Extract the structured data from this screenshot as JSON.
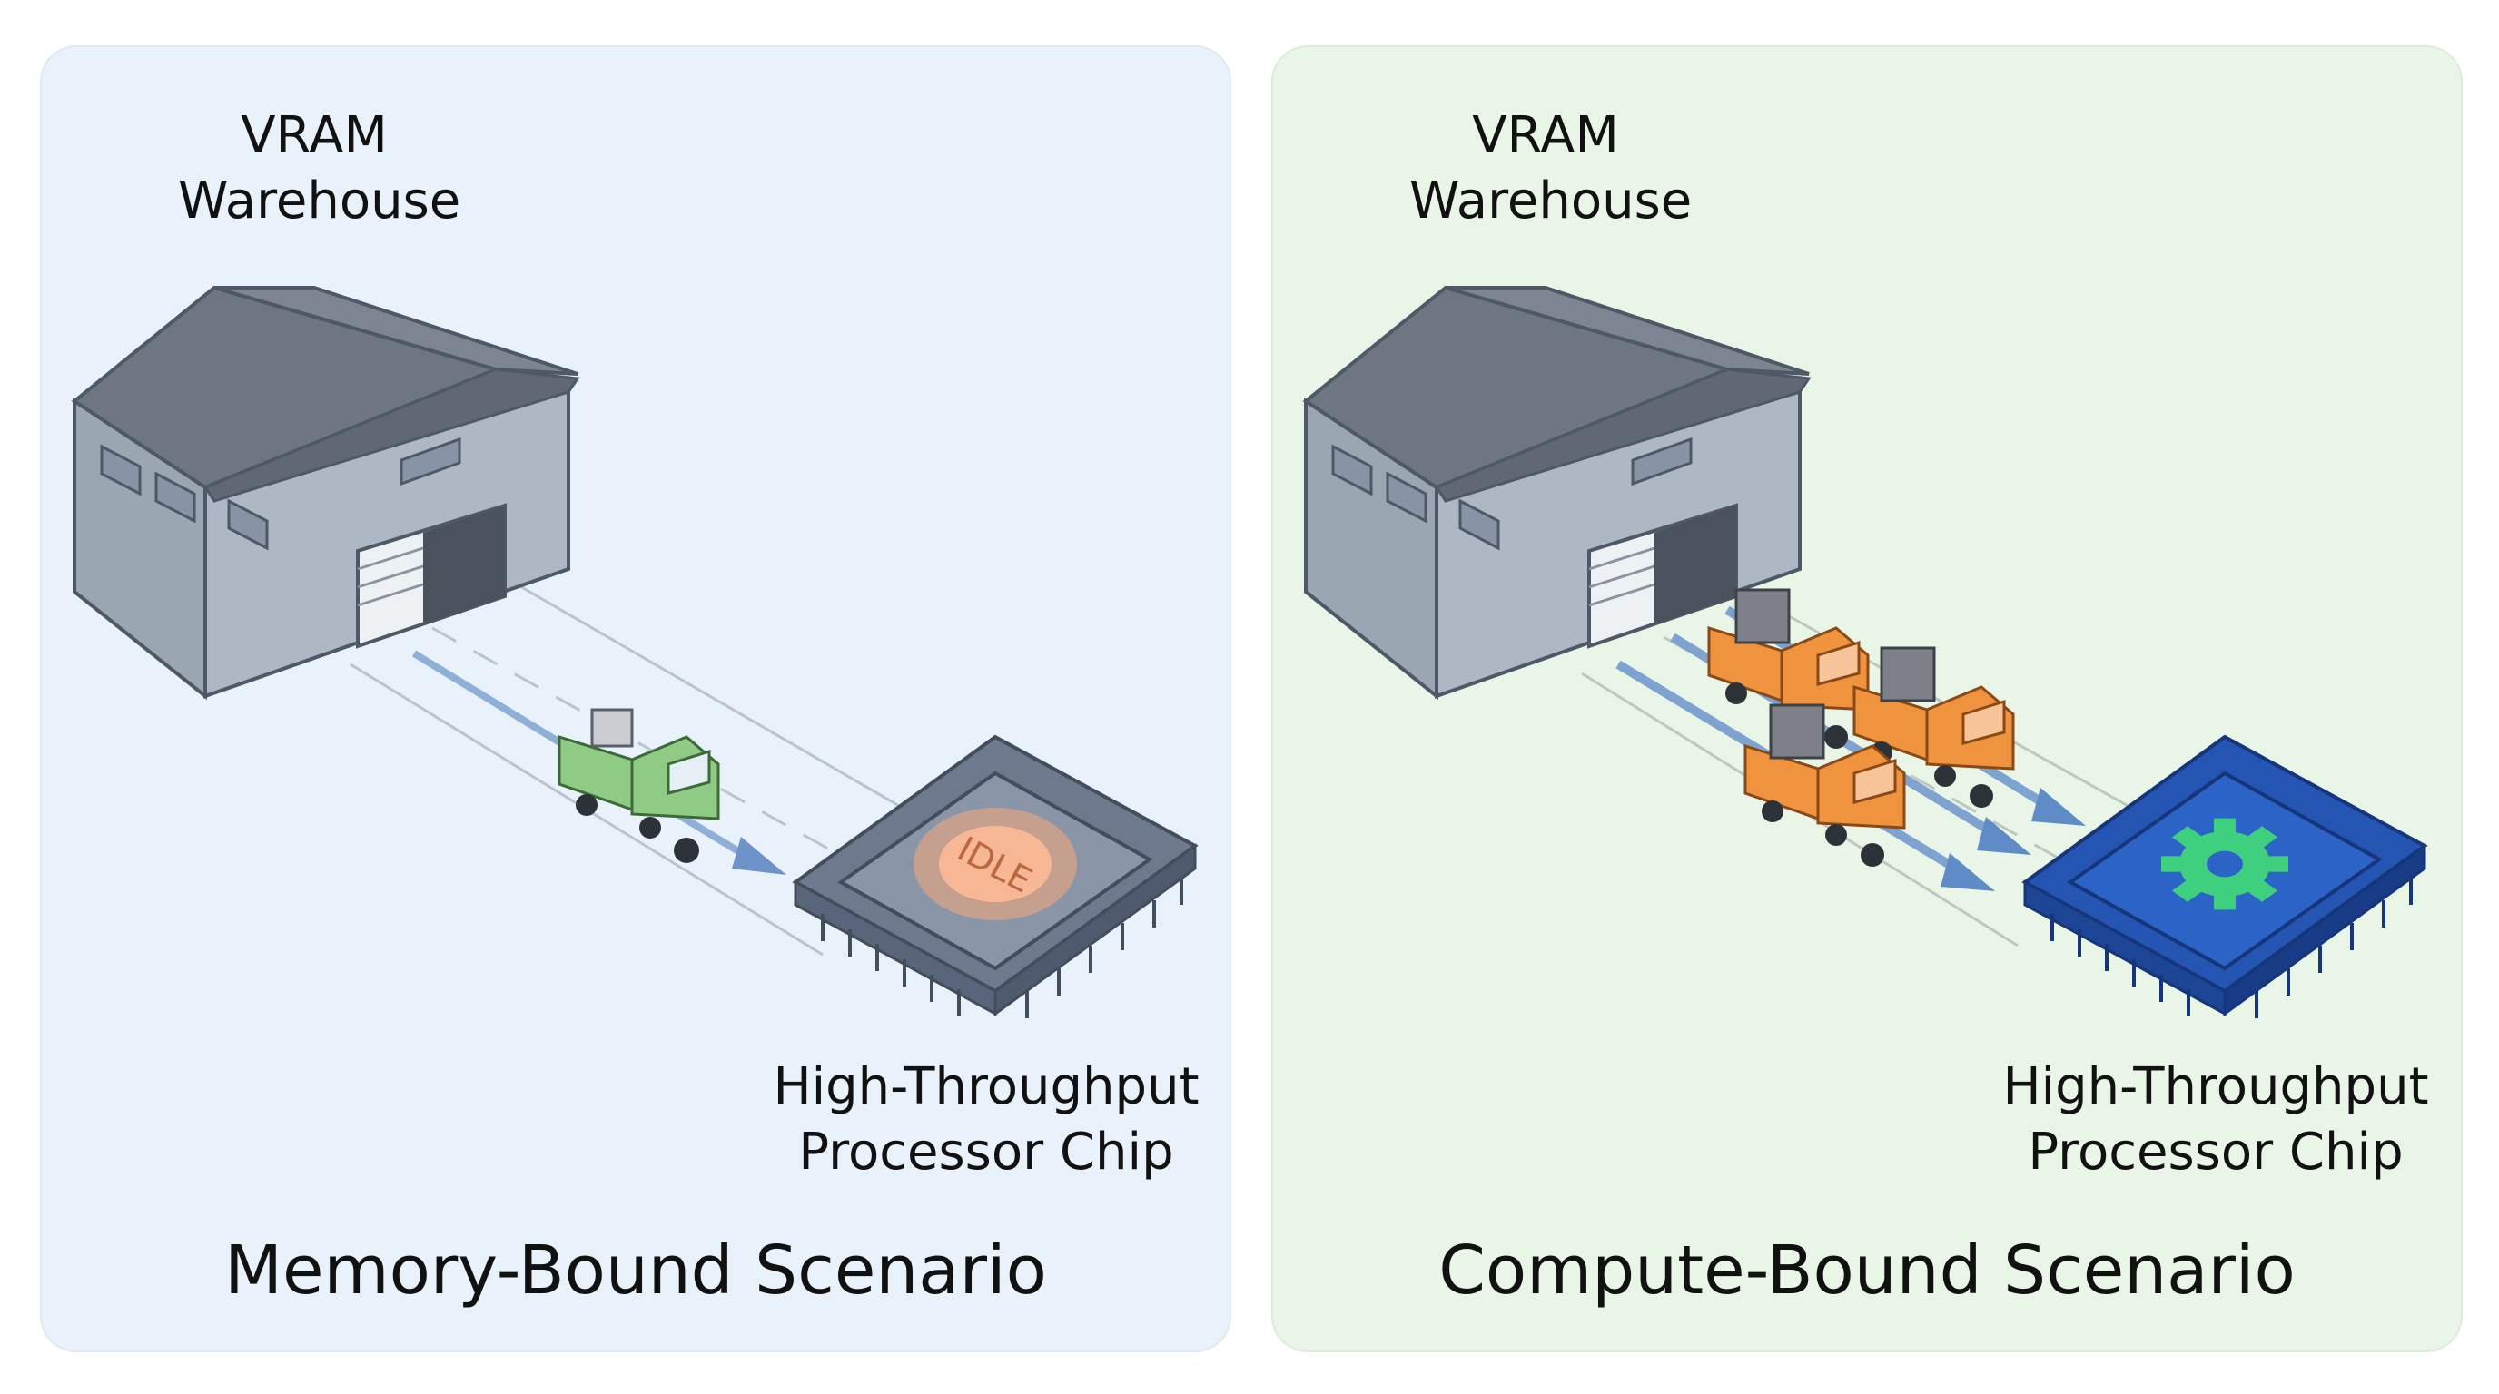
{
  "panels": [
    {
      "id": "memory-bound",
      "warehouse_label": [
        "VRAM",
        "Warehouse"
      ],
      "chip_label": [
        "High-Throughput",
        "Processor Chip"
      ],
      "chip_badge": "IDLE",
      "title": "Memory-Bound Scenario",
      "background": "#e9f1fb",
      "truck_color": "#8fcb84",
      "chip_color": "#7d8ba0"
    },
    {
      "id": "compute-bound",
      "warehouse_label": [
        "VRAM",
        "Warehouse"
      ],
      "chip_label": [
        "High-Throughput",
        "Processor Chip"
      ],
      "chip_icon": "gear-icon",
      "title": "Compute-Bound Scenario",
      "background": "#e9f5e7",
      "truck_color": "#f0933f",
      "chip_color": "#2455b3",
      "gear_color": "#3fd07f"
    }
  ]
}
